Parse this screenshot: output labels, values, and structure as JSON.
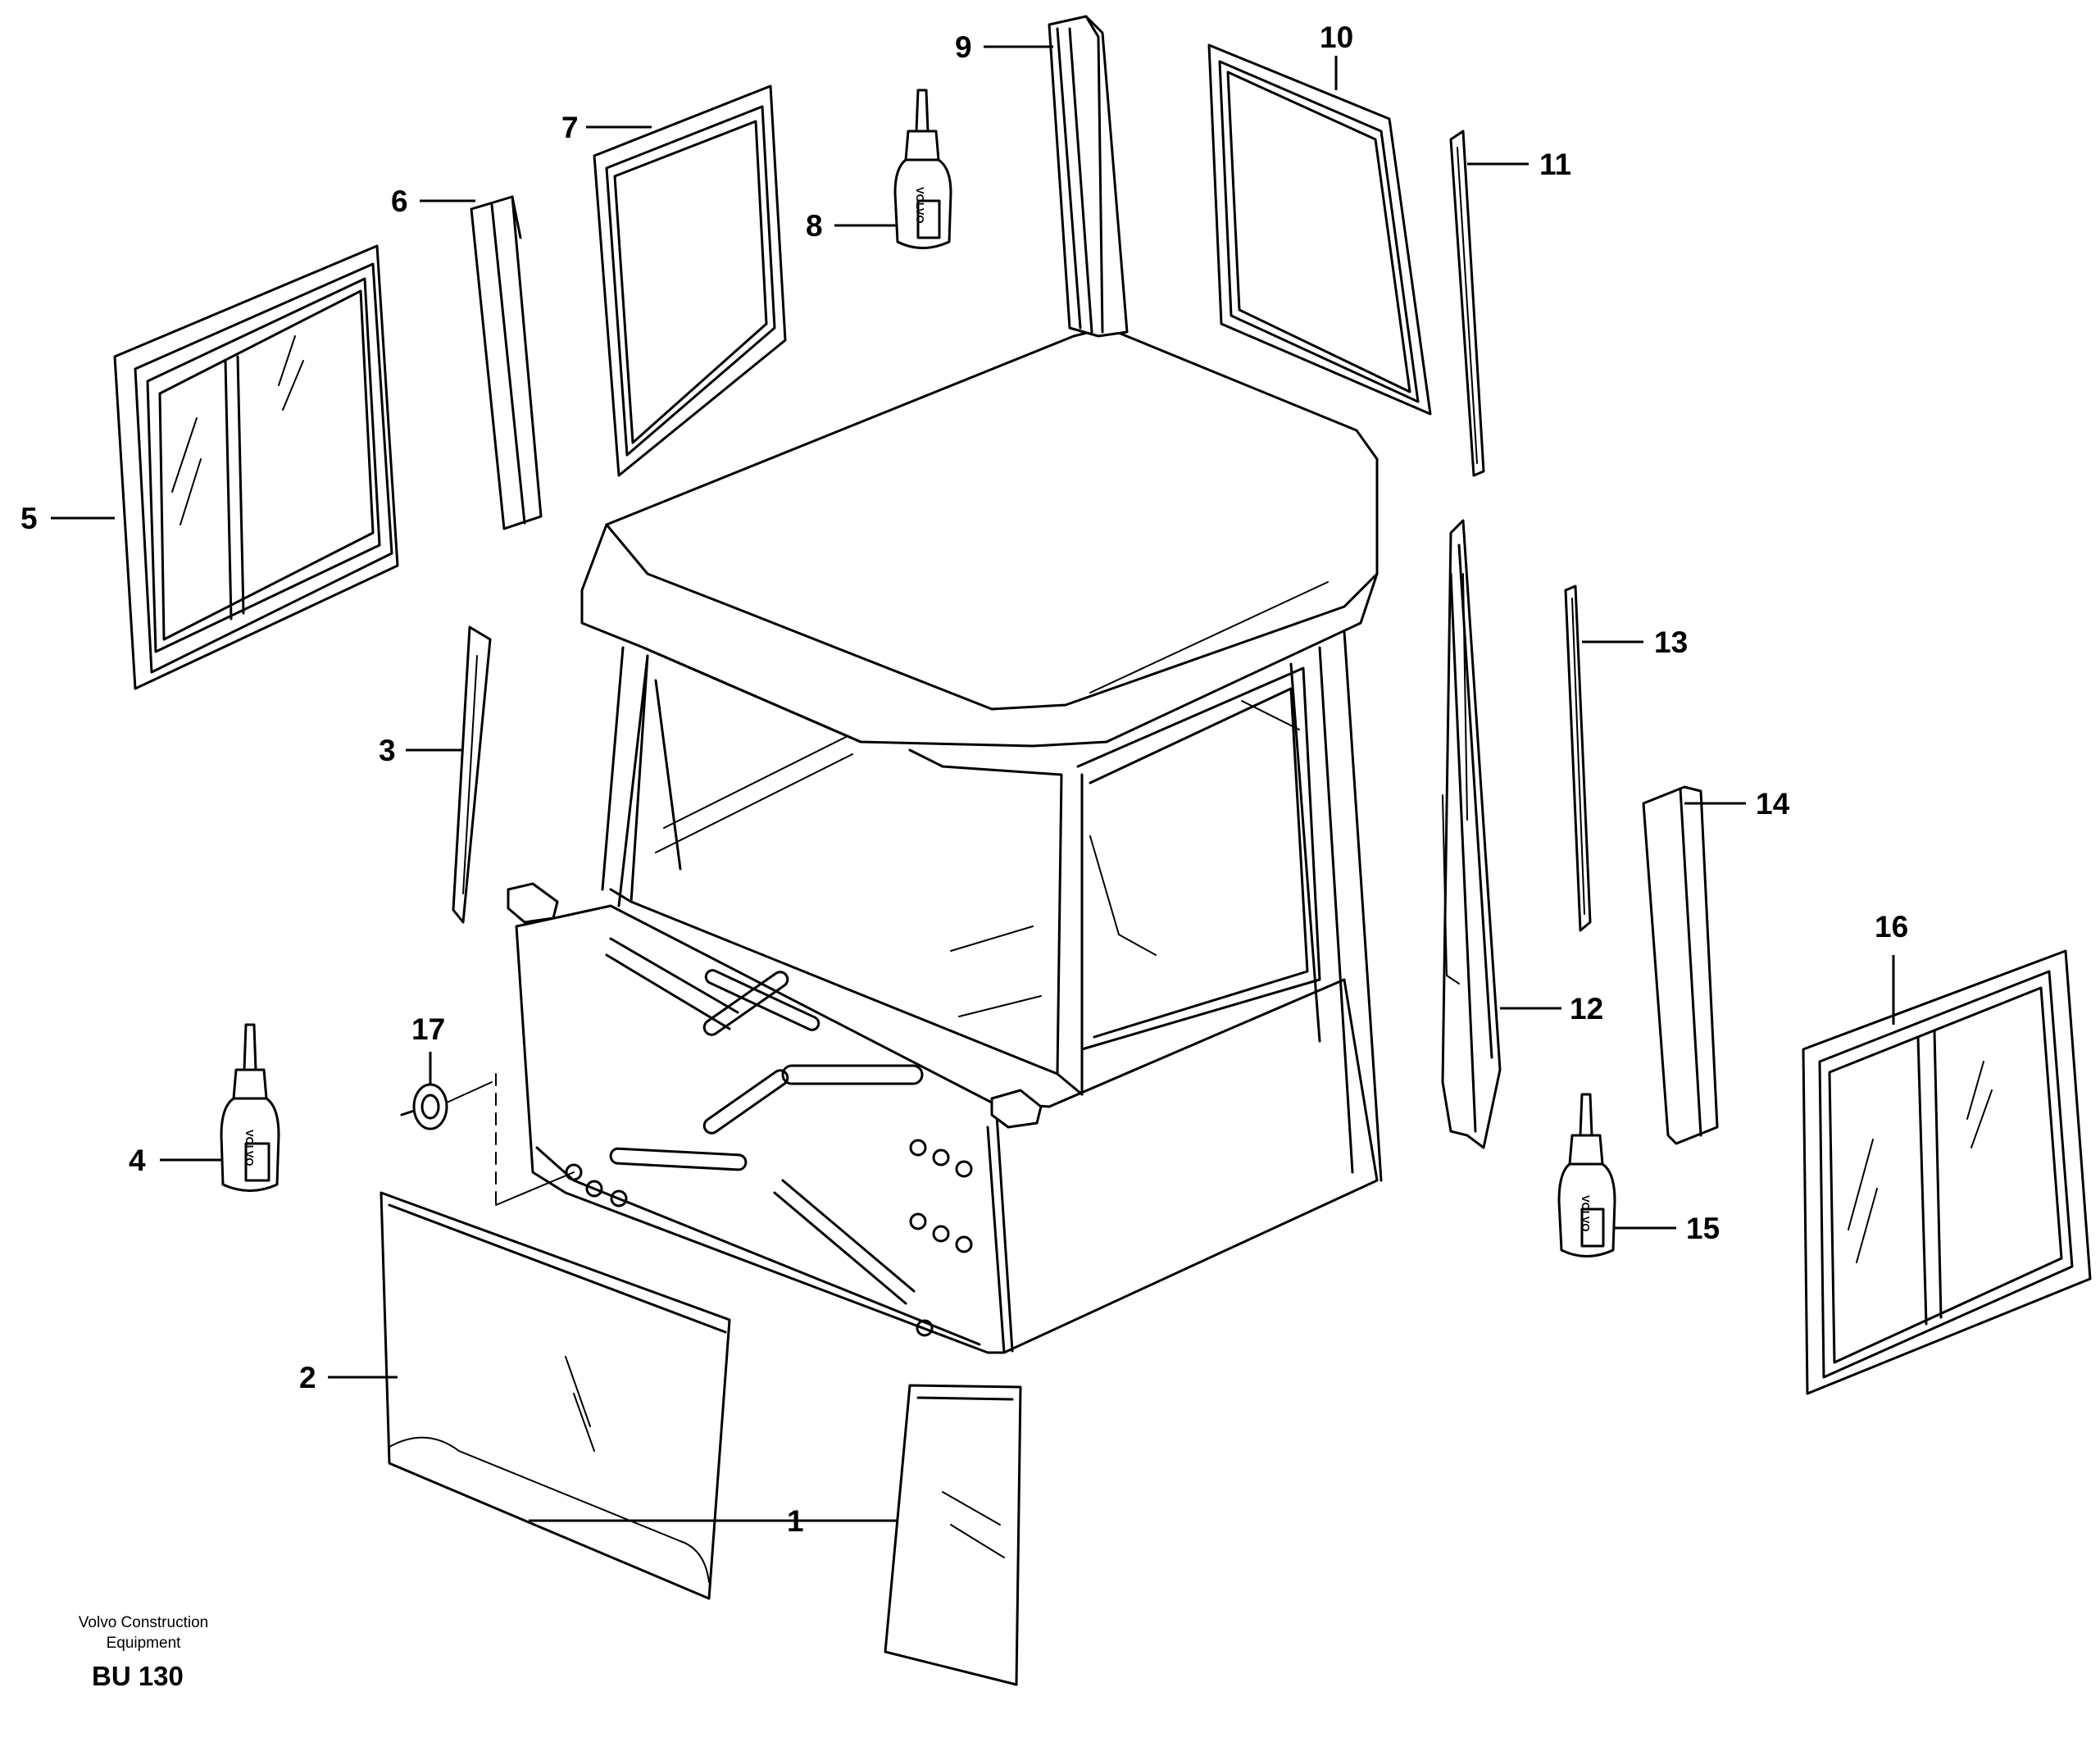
{
  "callouts": [
    {
      "id": "c1",
      "label": "1"
    },
    {
      "id": "c2",
      "label": "2"
    },
    {
      "id": "c3",
      "label": "3"
    },
    {
      "id": "c4",
      "label": "4"
    },
    {
      "id": "c5",
      "label": "5"
    },
    {
      "id": "c6",
      "label": "6"
    },
    {
      "id": "c7",
      "label": "7"
    },
    {
      "id": "c8",
      "label": "8"
    },
    {
      "id": "c9",
      "label": "9"
    },
    {
      "id": "c10",
      "label": "10"
    },
    {
      "id": "c11",
      "label": "11"
    },
    {
      "id": "c12",
      "label": "12"
    },
    {
      "id": "c13",
      "label": "13"
    },
    {
      "id": "c14",
      "label": "14"
    },
    {
      "id": "c15",
      "label": "15"
    },
    {
      "id": "c16",
      "label": "16"
    },
    {
      "id": "c17",
      "label": "17"
    }
  ],
  "footer": {
    "company_line1": "Volvo Construction",
    "company_line2": "Equipment",
    "code": "BU 130"
  },
  "bottle_brand": "VOLVO"
}
